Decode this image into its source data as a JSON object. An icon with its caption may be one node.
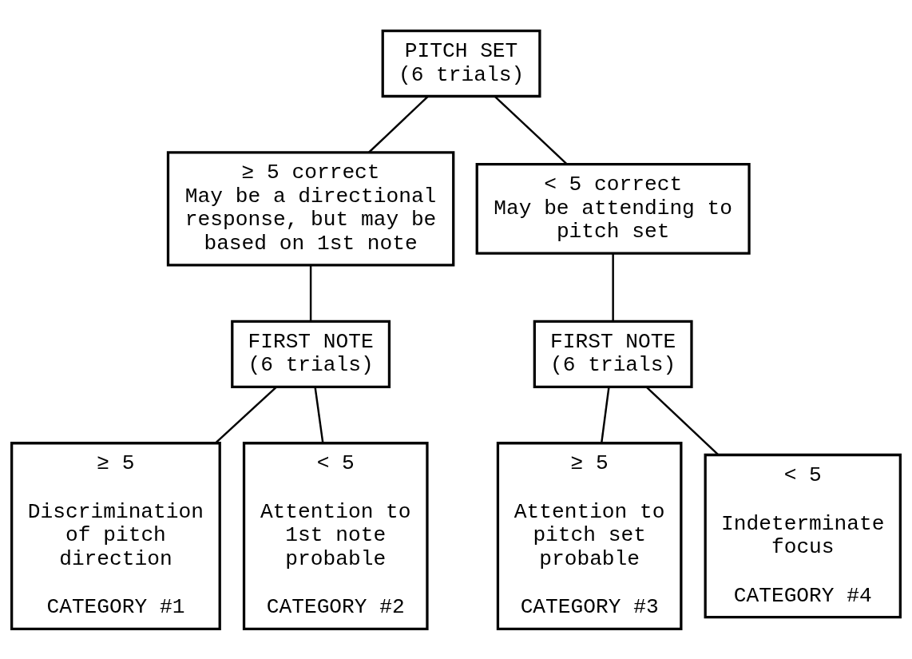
{
  "diagram": {
    "nodes": [
      {
        "text": [
          "PITCH SET (6 trials)"
        ]
      },
      {
        "text": [
          "≥ 5 correct",
          "May be a directional response, but may be based on 1st note"
        ]
      },
      {
        "text": [
          "< 5 correct",
          "May be attending to pitch set"
        ]
      },
      {
        "text": [
          "FIRST NOTE (6 trials)"
        ]
      },
      {
        "text": [
          "FIRST NOTE (6 trials)"
        ]
      },
      {
        "text": [
          "≥ 5",
          "Discrimination of pitch direction",
          "CATEGORY #1"
        ]
      },
      {
        "text": [
          "< 5",
          "Attention to 1st note probable",
          "CATEGORY #2"
        ]
      },
      {
        "text": [
          "≥ 5",
          "Attention to pitch set probable",
          "CATEGORY #3"
        ]
      },
      {
        "text": [
          "< 5",
          "Indeterminate focus",
          "CATEGORY #4"
        ]
      }
    ],
    "edges": [
      {
        "from": 0,
        "to": 1,
        "arrow": "none"
      },
      {
        "from": 0,
        "to": 2,
        "arrow": "none"
      },
      {
        "from": 1,
        "to": 3,
        "arrow": "none"
      },
      {
        "from": 2,
        "to": 4,
        "arrow": "none"
      },
      {
        "from": 3,
        "to": 5,
        "arrow": "none"
      },
      {
        "from": 3,
        "to": 6,
        "arrow": "none"
      },
      {
        "from": 4,
        "to": 7,
        "arrow": "none"
      },
      {
        "from": 4,
        "to": 8,
        "arrow": "none"
      }
    ]
  }
}
